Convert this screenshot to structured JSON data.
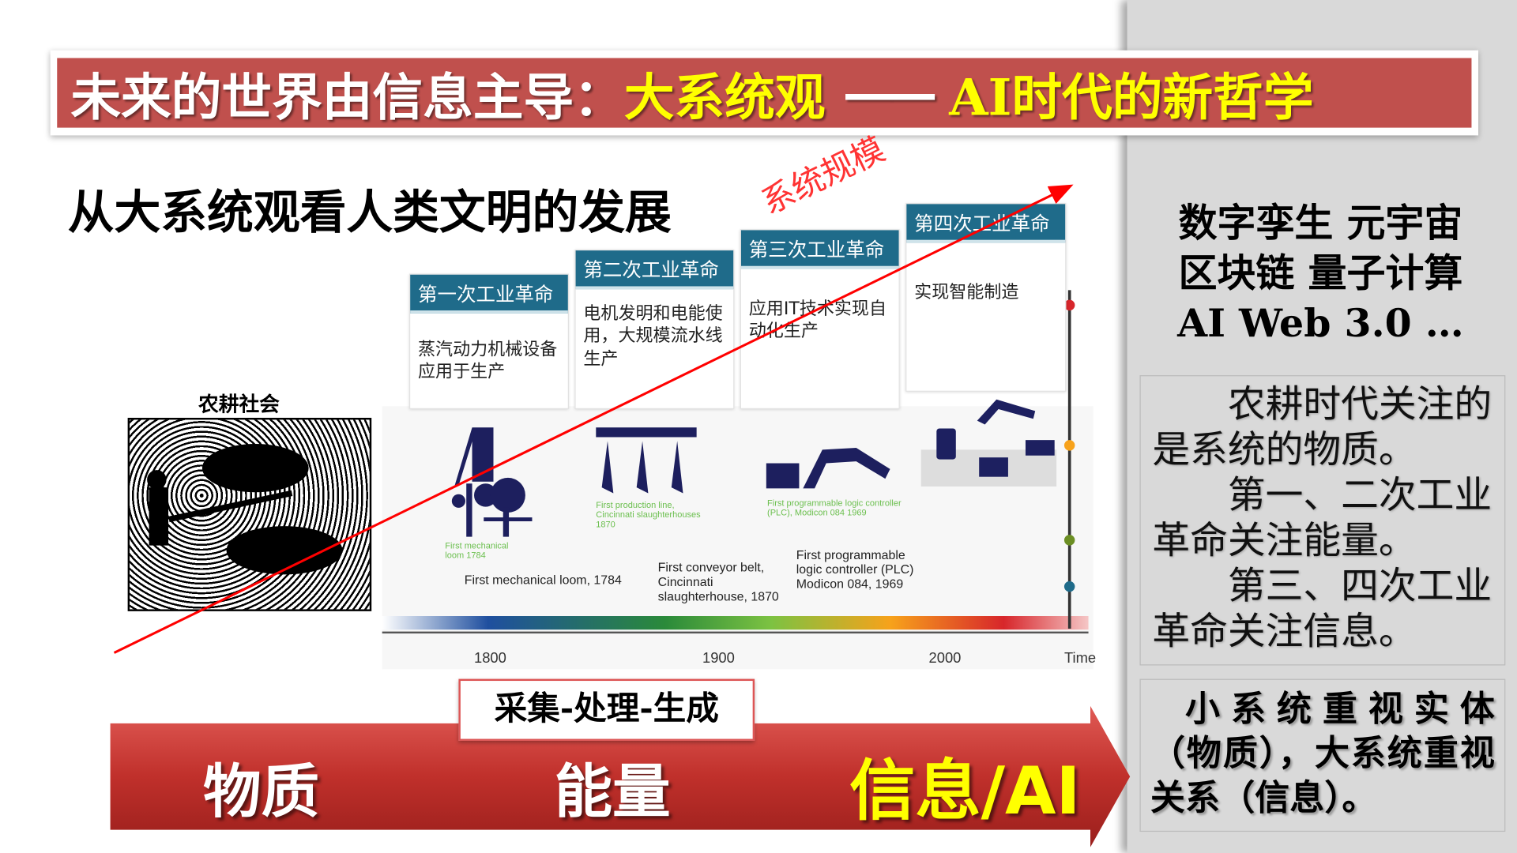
{
  "title": {
    "part1": "未来的世界由信息主导：",
    "part2": "大系统观",
    "dash": "——",
    "part3": "AI时代的新哲学"
  },
  "subtitle": "从大系统观看人类文明的发展",
  "agriculture_label": "农耕社会",
  "scale_arrow_label": "系统规模",
  "revolutions": [
    {
      "header": "第一次工业革命",
      "body": "蒸汽动力机械设备应用于生产",
      "caption": "First mechanical loom, 1784",
      "small_caption": "First mechanical loom 1784"
    },
    {
      "header": "第二次工业革命",
      "body": "电机发明和电能使用，大规模流水线生产",
      "caption": "First conveyor belt, Cincinnati slaughterhouse, 1870",
      "small_caption": "First production line, Cincinnati slaughterhouses 1870"
    },
    {
      "header": "第三次工业革命",
      "body": "应用IT技术实现自动化生产",
      "caption": "First programmable logic controller (PLC) Modicon 084, 1969",
      "small_caption": "First programmable logic controller (PLC), Modicon 084 1969"
    },
    {
      "header": "第四次工业革命",
      "body": "实现智能制造"
    }
  ],
  "timeline": {
    "ticks": [
      "1800",
      "1900",
      "2000",
      "Time"
    ]
  },
  "process_label": "采集-处理-生成",
  "stages": [
    "物质",
    "能量",
    "信息/AI"
  ],
  "tech_list": [
    "数字孪生 元宇宙",
    "区块链 量子计算",
    "AI  Web 3.0 …"
  ],
  "note1": [
    "农耕时代关注的是系统的物质。",
    "第一、二次工业革命关注能量。",
    "第三、四次工业革命关注信息。"
  ],
  "note2": "小系统重视实体（物质），大系统重视关系（信息）。",
  "colors": {
    "title_bg": "#c0504d",
    "accent_yellow": "#ffff00",
    "header_teal": "#1f6b8a",
    "trend_red": "#ff0000",
    "panel_gray": "#d9d9d9"
  }
}
